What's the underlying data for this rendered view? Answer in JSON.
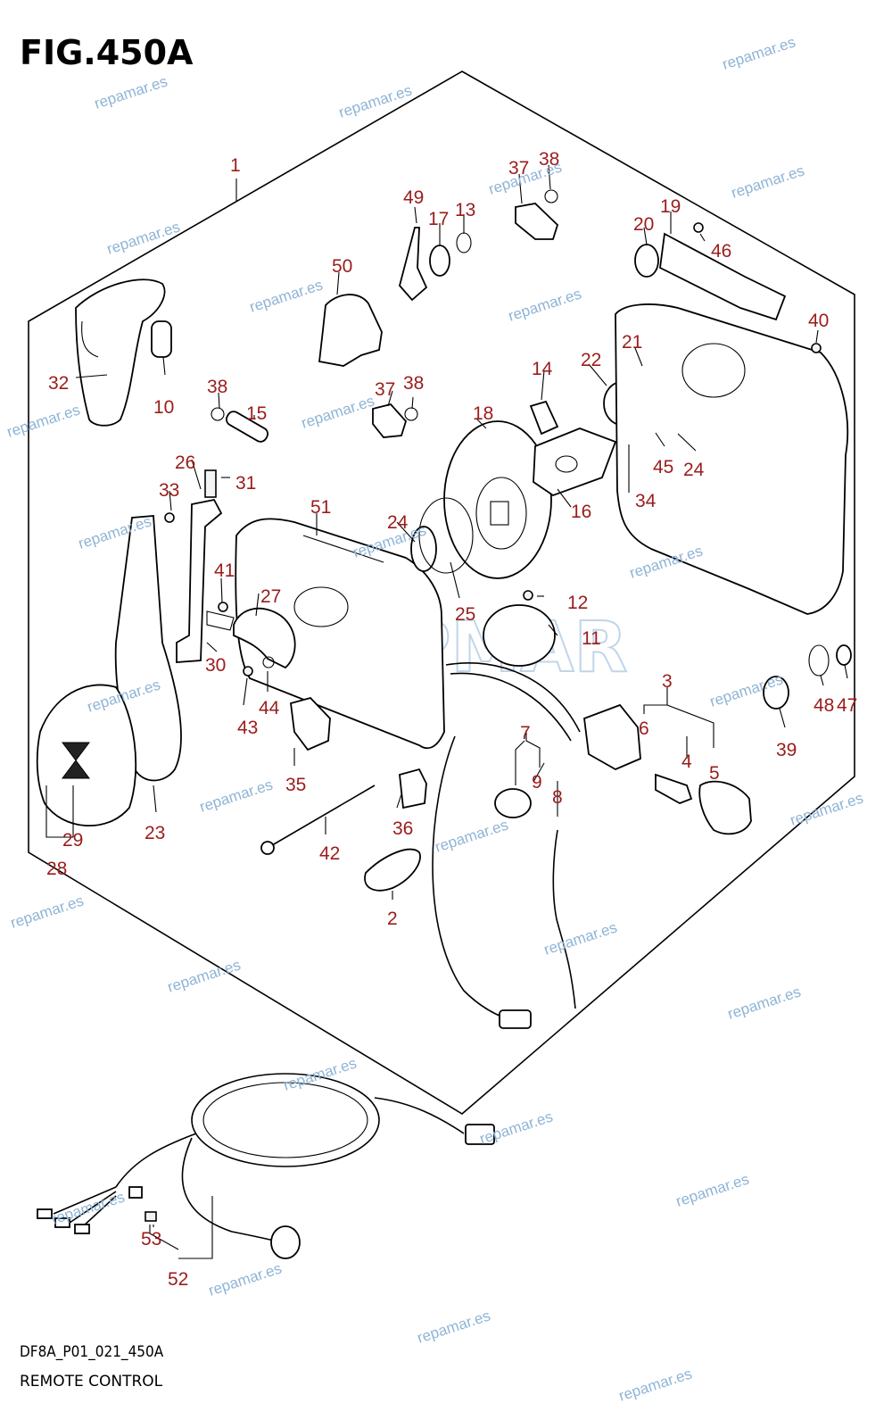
{
  "figure": {
    "title": "FIG.450A",
    "code": "DF8A_P01_021_450A",
    "name": "REMOTE CONTROL"
  },
  "watermark": {
    "text": "repamar.es",
    "logo_text": "REPMAR"
  },
  "callouts": [
    {
      "id": "c1",
      "label": "1"
    },
    {
      "id": "c2",
      "label": "2"
    },
    {
      "id": "c3",
      "label": "3"
    },
    {
      "id": "c4",
      "label": "4"
    },
    {
      "id": "c5",
      "label": "5"
    },
    {
      "id": "c6",
      "label": "6"
    },
    {
      "id": "c7",
      "label": "7"
    },
    {
      "id": "c8",
      "label": "8"
    },
    {
      "id": "c9",
      "label": "9"
    },
    {
      "id": "c10",
      "label": "10"
    },
    {
      "id": "c11",
      "label": "11"
    },
    {
      "id": "c12",
      "label": "12"
    },
    {
      "id": "c13",
      "label": "13"
    },
    {
      "id": "c14",
      "label": "14"
    },
    {
      "id": "c15",
      "label": "15"
    },
    {
      "id": "c16",
      "label": "16"
    },
    {
      "id": "c17",
      "label": "17"
    },
    {
      "id": "c18",
      "label": "18"
    },
    {
      "id": "c19",
      "label": "19"
    },
    {
      "id": "c20",
      "label": "20"
    },
    {
      "id": "c21",
      "label": "21"
    },
    {
      "id": "c22",
      "label": "22"
    },
    {
      "id": "c23",
      "label": "23"
    },
    {
      "id": "c24a",
      "label": "24"
    },
    {
      "id": "c24b",
      "label": "24"
    },
    {
      "id": "c25",
      "label": "25"
    },
    {
      "id": "c26",
      "label": "26"
    },
    {
      "id": "c27",
      "label": "27"
    },
    {
      "id": "c28",
      "label": "28"
    },
    {
      "id": "c29",
      "label": "29"
    },
    {
      "id": "c30",
      "label": "30"
    },
    {
      "id": "c31",
      "label": "31"
    },
    {
      "id": "c32",
      "label": "32"
    },
    {
      "id": "c33",
      "label": "33"
    },
    {
      "id": "c34",
      "label": "34"
    },
    {
      "id": "c35",
      "label": "35"
    },
    {
      "id": "c36",
      "label": "36"
    },
    {
      "id": "c37a",
      "label": "37"
    },
    {
      "id": "c37b",
      "label": "37"
    },
    {
      "id": "c38a",
      "label": "38"
    },
    {
      "id": "c38b",
      "label": "38"
    },
    {
      "id": "c38c",
      "label": "38"
    },
    {
      "id": "c39",
      "label": "39"
    },
    {
      "id": "c40",
      "label": "40"
    },
    {
      "id": "c41",
      "label": "41"
    },
    {
      "id": "c42",
      "label": "42"
    },
    {
      "id": "c43",
      "label": "43"
    },
    {
      "id": "c44",
      "label": "44"
    },
    {
      "id": "c45",
      "label": "45"
    },
    {
      "id": "c46",
      "label": "46"
    },
    {
      "id": "c47",
      "label": "47"
    },
    {
      "id": "c48",
      "label": "48"
    },
    {
      "id": "c49",
      "label": "49"
    },
    {
      "id": "c50",
      "label": "50"
    },
    {
      "id": "c51",
      "label": "51"
    },
    {
      "id": "c52",
      "label": "52"
    },
    {
      "id": "c53",
      "label": "53"
    }
  ]
}
